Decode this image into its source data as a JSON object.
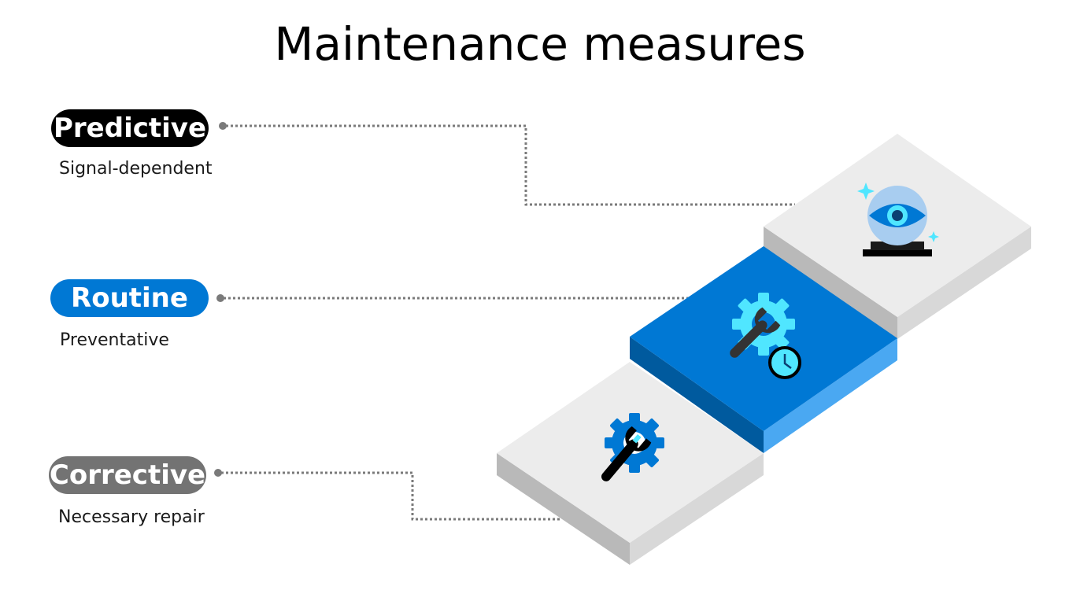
{
  "title": "Maintenance measures",
  "measures": [
    {
      "label": "Predictive",
      "description": "Signal-dependent",
      "color": "#000000",
      "icon": "crystal-ball-eye-icon"
    },
    {
      "label": "Routine",
      "description": "Preventative",
      "color": "#0078d4",
      "icon": "gear-wrench-clock-icon"
    },
    {
      "label": "Corrective",
      "description": "Necessary repair",
      "color": "#737373",
      "icon": "gear-wrench-icon"
    }
  ],
  "colors": {
    "accent_blue": "#0078d4",
    "light_blue": "#50e6ff",
    "step_gray": "#ececec",
    "connector": "#7a7a7a"
  }
}
